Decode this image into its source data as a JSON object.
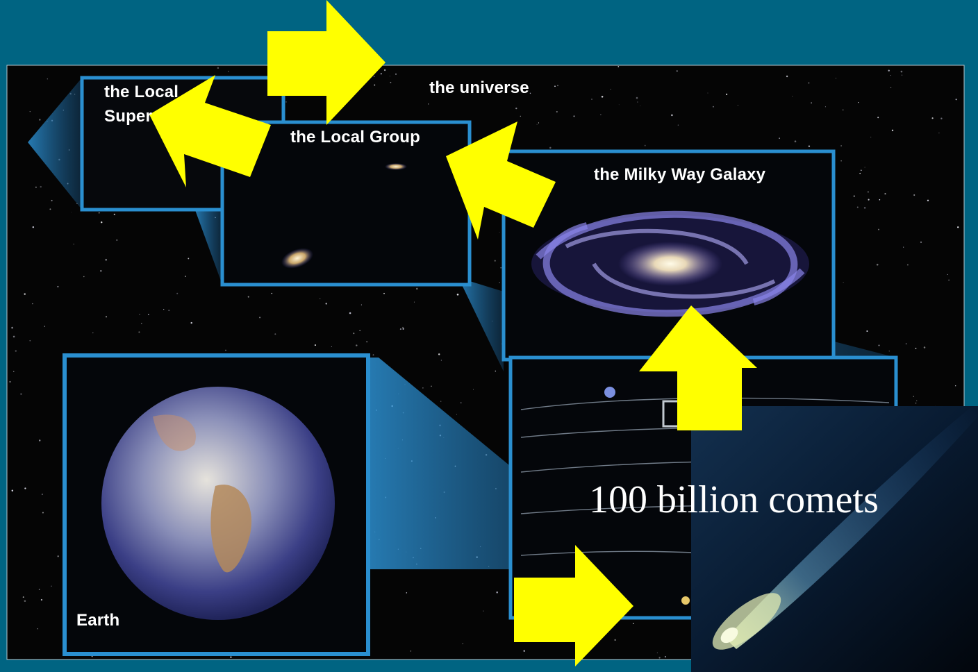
{
  "labels": {
    "universe": "the universe",
    "local_supercluster_line1": "the Local",
    "local_supercluster_line2": "Super",
    "local_group": "the Local Group",
    "milky_way": "the Milky Way Galaxy",
    "earth": "Earth"
  },
  "caption": "100 billion comets",
  "colors": {
    "slide_background": "#006482",
    "starfield": "#050505",
    "frame_blue": "#2a8fd0",
    "arrow_yellow": "#ffff00",
    "comet_panel": "#0a1a2e"
  }
}
